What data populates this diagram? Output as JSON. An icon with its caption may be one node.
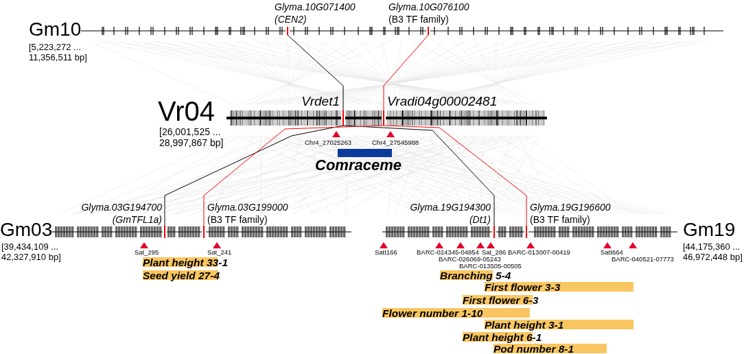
{
  "diagram": {
    "nodes": [
      {
        "text": [
          "Gm10",
          "[5,223,272 ... 11,356,511 bp]"
        ]
      },
      {
        "text": [],
        "shape": "bar",
        "in": 0,
        "beside": [
          "Glyma.10G071400 (CEN2)"
        ]
      },
      {
        "text": [],
        "shape": "bar",
        "in": 0,
        "beside": [
          "*Glyma.10G076100* (B3 TF family)"
        ]
      },
      {
        "text": [
          "Vr04",
          "[26,001,525 ... 28,997,867 bp]"
        ]
      },
      {
        "text": [],
        "shape": "bar",
        "in": 3,
        "beside": [
          "Vrdet1"
        ]
      },
      {
        "text": [],
        "shape": "bar",
        "in": 3,
        "beside": [
          "Vradi04g00002481"
        ]
      },
      {
        "text": [
          "Comraceme"
        ]
      },
      {
        "text": [
          "Gm03",
          "[39,434,109 ... 42,327,910 bp]"
        ]
      },
      {
        "text": [],
        "shape": "bar",
        "in": 7,
        "beside": [
          "Glyma.03G194700 (GmTFL1a)"
        ]
      },
      {
        "text": [],
        "shape": "bar",
        "in": 7,
        "beside": [
          "*Glyma.03G199000* (B3 TF family)"
        ]
      },
      {
        "text": [
          "Gm19",
          "[44,175,360 ... 46,972,448 bp]"
        ]
      },
      {
        "text": [],
        "shape": "bar",
        "in": 10,
        "beside": [
          "Glyma.19G194300 (Dt1)"
        ]
      },
      {
        "text": [],
        "shape": "bar",
        "in": 10,
        "beside": [
          "*Glyma.19G196600* (B3 TF family)"
        ]
      },
      {
        "text": [
          "Plant height 33-1"
        ]
      },
      {
        "text": [
          "Seed yield 27-4"
        ]
      },
      {
        "text": [
          "Branching 5-4"
        ]
      },
      {
        "text": [
          "First flower 3-3"
        ]
      },
      {
        "text": [
          "First flower 6-3"
        ]
      },
      {
        "text": [
          "Flower number 1-10"
        ]
      },
      {
        "text": [
          "Plant height 3-1"
        ]
      },
      {
        "text": [
          "Plant height 6-1"
        ]
      },
      {
        "text": [
          "Pod number 8-1"
        ]
      }
    ],
    "edges": [
      {
        "from": 1,
        "to": 4,
        "arrow": "none",
        "color": "#000000"
      },
      {
        "from": 4,
        "to": 8,
        "arrow": "none",
        "color": "#000000"
      },
      {
        "from": 4,
        "to": 11,
        "arrow": "none",
        "color": "#000000"
      },
      {
        "from": 2,
        "to": 5,
        "arrow": "none",
        "color": "#ff0000"
      },
      {
        "from": 5,
        "to": 9,
        "arrow": "none",
        "color": "#ff0000"
      },
      {
        "from": 5,
        "to": 12,
        "arrow": "none",
        "color": "#ff0000"
      }
    ],
    "labels": [
      "Chr4_27025263",
      "Chr4_27545988",
      "Sat_295",
      "Sat_241",
      "Satt166",
      "BARC-024345-04854",
      "Sat_286",
      "BARC-013007-00419",
      "Satt664",
      "BARC-026069-05243",
      "BARC-040521-07773",
      "BARC-013505-00505"
    ]
  }
}
